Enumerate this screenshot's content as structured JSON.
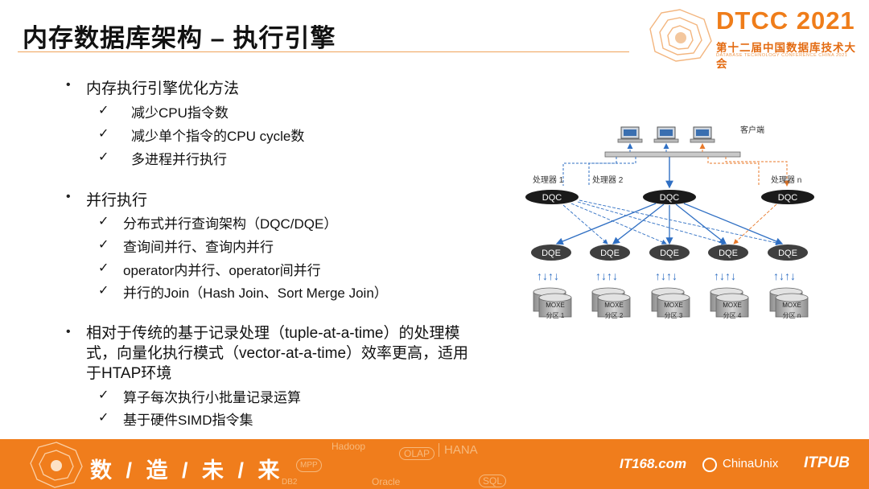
{
  "header": {
    "title": "内存数据库架构 – 执行引擎"
  },
  "logo": {
    "main": "DTCC 2021",
    "sub": "第十二届中国数据库技术大会",
    "en": "DATABASE TECHNOLOGY CONFERENCE CHINA 2021"
  },
  "sections": {
    "s1": {
      "heading": "内存执行引擎优化方法",
      "items": [
        "减少CPU指令数",
        "减少单个指令的CPU cycle数",
        "多进程并行执行"
      ]
    },
    "s2": {
      "heading": "并行执行",
      "items": [
        "分布式并行查询架构（DQC/DQE）",
        "查询间并行、查询内并行",
        "operator内并行、operator间并行",
        "并行的Join（Hash Join、Sort Merge Join）"
      ]
    },
    "s3": {
      "para": "相对于传统的基于记录处理（tuple-at-a-time）的处理模式，向量化执行模式（vector-at-a-time）效率更高，适用于HTAP环境",
      "items": [
        "算子每次执行小批量记录运算",
        "基于硬件SIMD指令集"
      ]
    },
    "check": "✓",
    "dot": "•"
  },
  "diagram": {
    "client_label": "客户端",
    "processors": [
      "处理器 1",
      "处理器 2",
      "处理器 n"
    ],
    "dqc_label": "DQC",
    "dqe_label": "DQE",
    "storage_label": "MOXE",
    "partitions": [
      "分区 1",
      "分区 2",
      "分区 3",
      "分区 4",
      "分区 n"
    ],
    "colors": {
      "dqc": "#1a1a1a",
      "dqe": "#3f3f3f",
      "arrow_blue": "#2f6fc3",
      "arrow_orange": "#e8792a"
    }
  },
  "footer": {
    "slogan": "数 / 造 / 未 / 来",
    "watermarks": [
      "Hadoop",
      "OLAP",
      "HANA",
      "MPP",
      "Oracle",
      "SQL",
      "DB2"
    ],
    "sponsors": [
      "IT168.com",
      "ChinaUnix",
      "ITPUB"
    ],
    "color": "#f07d1c"
  }
}
